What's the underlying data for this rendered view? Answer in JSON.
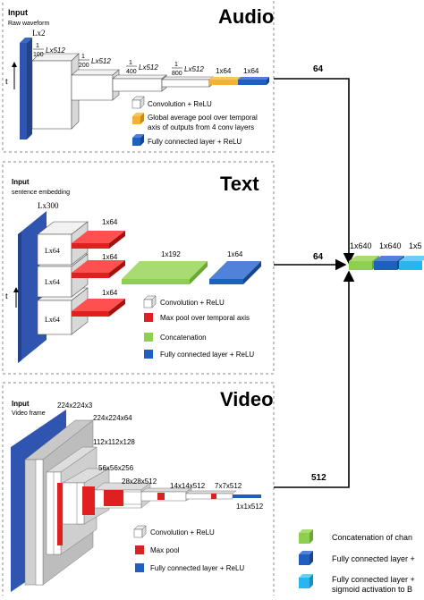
{
  "audio": {
    "title": "Audio",
    "input_label": "Input",
    "input_sub": "Raw waveform",
    "input_dim": "Lx2",
    "time_axis": "t",
    "layer_labels": [
      "Lx512",
      "Lx512",
      "Lx512",
      "Lx512",
      "1x64",
      "1x64"
    ],
    "fraction_numerator": "1",
    "fraction_denominators": [
      "100",
      "200",
      "400",
      "800"
    ],
    "legend": [
      {
        "text": "Convolution + ReLU",
        "color": "#ffffff"
      },
      {
        "text": "Global average pool over temporal",
        "text2": "axis of outputs from 4 conv layers",
        "color": "#f2b233"
      },
      {
        "text": "Fully connected layer + ReLU",
        "color": "#1f5fbf"
      }
    ],
    "out_dim": "64"
  },
  "text": {
    "title": "Text",
    "input_label": "Input",
    "input_sub": "sentence embedding",
    "input_dim": "Lx300",
    "time_axis": "t",
    "conv_labels": [
      "Lx64",
      "Lx64",
      "Lx64"
    ],
    "pool_labels": [
      "1x64",
      "1x64",
      "1x64"
    ],
    "concat_label": "1x192",
    "fc_label": "1x64",
    "legend": [
      {
        "text": "Convolution + ReLU",
        "color": "#ffffff"
      },
      {
        "text": "Max pool over temporal axis",
        "color": "#e02020"
      },
      {
        "text": "Concatenation",
        "color": "#8fcf4f"
      },
      {
        "text": "Fully connected layer + ReLU",
        "color": "#1f5fbf"
      }
    ],
    "out_dim": "64"
  },
  "video": {
    "title": "Video",
    "input_label": "Input",
    "input_sub": "Video frame",
    "dims": [
      "224x224x3",
      "224x224x64",
      "112x112x128",
      "56x56x256",
      "28x28x512",
      "14x14x512",
      "7x7x512",
      "1x1x512"
    ],
    "legend": [
      {
        "text": "Convolution + ReLU",
        "color": "#ffffff"
      },
      {
        "text": "Max pool",
        "color": "#e02020"
      },
      {
        "text": "Fully connected layer + ReLU",
        "color": "#1f5fbf"
      }
    ],
    "out_dim": "512"
  },
  "fusion": {
    "labels": [
      "1x640",
      "1x640",
      "1x5"
    ],
    "colors": [
      "#8fcf4f",
      "#1f5fbf",
      "#29b6f0"
    ]
  },
  "right_legend": [
    {
      "text": "Concatenation of  chan",
      "color": "#8fcf4f"
    },
    {
      "text": "Fully connected layer +",
      "color": "#1f5fbf"
    },
    {
      "text": "Fully connected layer +",
      "text2": "sigmoid activation to B",
      "color": "#29b6f0"
    }
  ]
}
